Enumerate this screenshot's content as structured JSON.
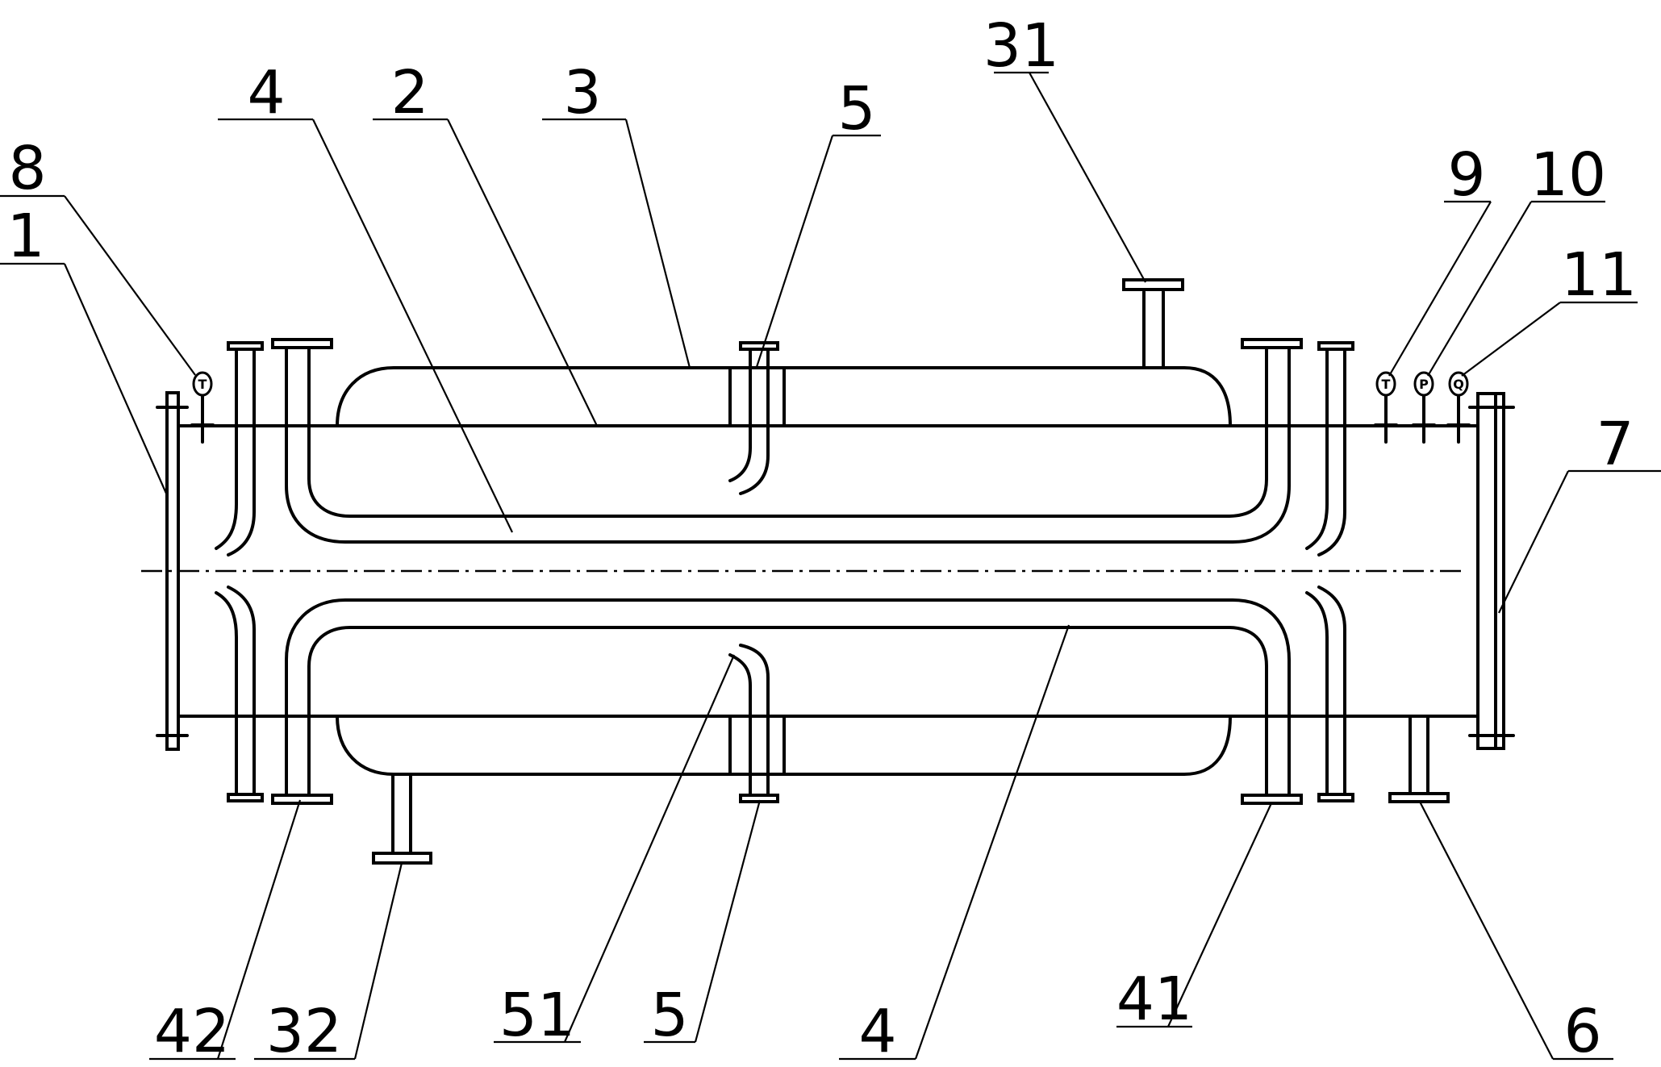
{
  "labels": {
    "l1": "1",
    "l8": "8",
    "l4a": "4",
    "l2": "2",
    "l3": "3",
    "l5a": "5",
    "l31": "31",
    "l9": "9",
    "l10": "10",
    "l11": "11",
    "l7": "7",
    "l42": "42",
    "l32": "32",
    "l51": "51",
    "l5b": "5",
    "l4b": "4",
    "l41": "41",
    "l6": "6"
  },
  "gauges": {
    "g8": "T",
    "g9": "T",
    "g10": "P",
    "g11": "Q"
  }
}
